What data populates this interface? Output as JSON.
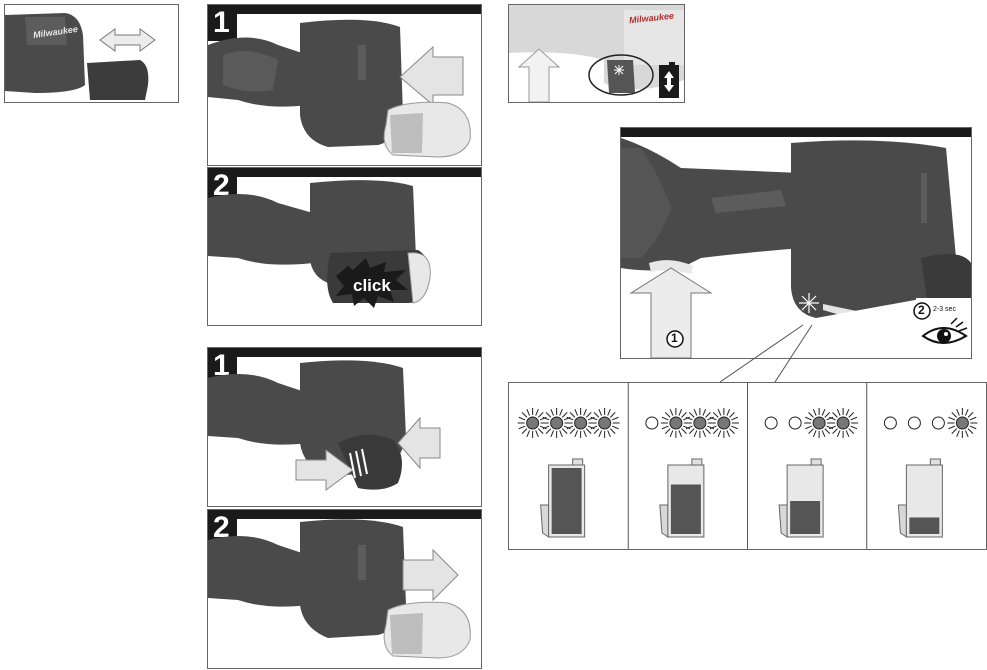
{
  "brand": "Milwaukee",
  "install_steps": [
    "1",
    "2"
  ],
  "click_label": "click",
  "remove_steps": [
    "1",
    "2"
  ],
  "fuel_gauge": {
    "press_step": "1",
    "view_step": "2",
    "view_duration": "2-3 sec"
  },
  "charge_levels": [
    4,
    3,
    2,
    1
  ],
  "colors": {
    "tool_body": "#4a4a4a",
    "header_bar": "#1a1a1a",
    "arrow_fill": "#e4e4e4",
    "battery_fill": "#555555"
  }
}
